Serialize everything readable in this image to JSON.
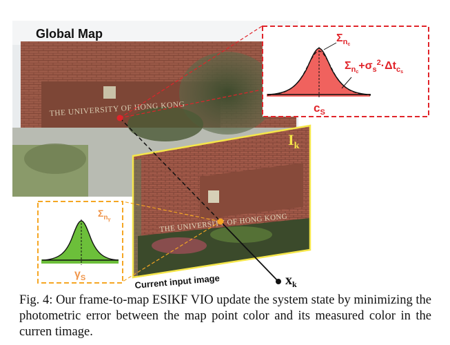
{
  "figure": {
    "global_map_label": "Global Map",
    "current_image_label": "Current input image",
    "wall_sign_text": "THE UNIVERSITY OF HONG KONG",
    "image_symbol": "I",
    "image_symbol_sub": "k",
    "state_symbol": "x",
    "state_symbol_sub": "k",
    "map_callout": {
      "top_label": "Σ",
      "top_label_sub": "n",
      "top_label_subsub": "c",
      "sum_label": "Σ",
      "sum_label_sub": "n",
      "sum_label_subsub": "c",
      "sum_label_rest": "+σ",
      "sum_label_sub2": "s",
      "sum_label_sup": "2",
      "sum_label_tail": "·Δt",
      "sum_label_tail_sub": "c",
      "sum_label_tail_subsub": "s",
      "bottom_label": "c",
      "bottom_label_sub": "S"
    },
    "image_callout": {
      "top_label": "Σ",
      "top_label_sub": "n",
      "top_label_subsub": "γ",
      "bottom_label": "γ",
      "bottom_label_sub": "S"
    },
    "colors": {
      "map_callout_border": "#e0242a",
      "map_gaussian_fill": "#f0625e",
      "image_callout_border": "#f5a623",
      "image_gaussian_fill": "#6cbf3a",
      "image_frame_border": "#f5e64a",
      "label_orange": "#f0954a",
      "label_red": "#e0242a"
    }
  },
  "caption": {
    "text": "Fig. 4: Our frame-to-map ESIKF VIO update the system state by minimizing the photometric error between the map point color and its measured color in the curren timage."
  }
}
